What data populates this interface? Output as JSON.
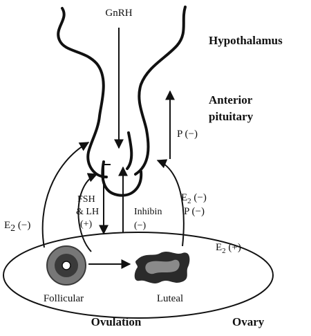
{
  "labels": {
    "gnrh": "GnRH",
    "hypothalamus": "Hypothalamus",
    "anterior": "Anterior",
    "pituitary": "pituitary",
    "p_neg_top": "P (−)",
    "e2_neg_left_base": "E",
    "e2_neg_left_sub": "2",
    "e2_neg_left_tail": " (−)",
    "fsh": "FSH",
    "and_lh": "& LH",
    "plus": "(+)",
    "inhibin": "Inhibin",
    "minus": "(−)",
    "e2_neg_right_base": "E",
    "e2_neg_right_sub": "2",
    "e2_neg_right_tail": " (−)",
    "p_neg_right": "P (−)",
    "e2_pos_base": "E",
    "e2_pos_sub": "2",
    "e2_pos_tail": " (+)",
    "follicular": "Follicular",
    "luteal": "Luteal",
    "ovulation": "Ovulation",
    "ovary": "Ovary"
  },
  "colors": {
    "stroke": "#111111",
    "follicle_outer": "#777777",
    "follicle_ring": "#3a3a3a",
    "corpus_luteum": "#2a2a2a",
    "corpus_inner": "#8a8a8a"
  }
}
